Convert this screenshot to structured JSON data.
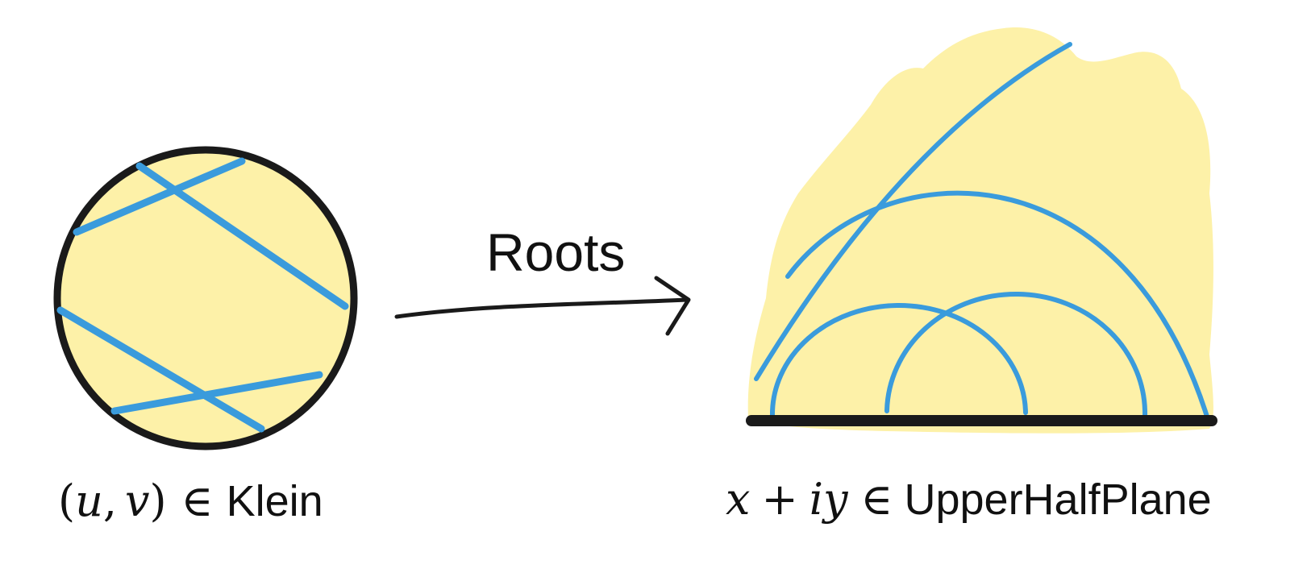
{
  "arrow": {
    "label": "Roots"
  },
  "klein": {
    "caption": {
      "open_paren": "(",
      "u": "u",
      "comma": ",",
      "v": "v",
      "close_paren": ")",
      "element_of": "∈",
      "name": "Klein"
    }
  },
  "upper_half_plane": {
    "caption": {
      "x": "x",
      "plus": "+",
      "iy": "iy",
      "element_of": "∈",
      "name": "UpperHalfPlane"
    }
  },
  "colors": {
    "fill_yellow": "#FDF1A8",
    "geodesic_blue": "#3A9BDC",
    "outline_black": "#1a1a1a"
  }
}
